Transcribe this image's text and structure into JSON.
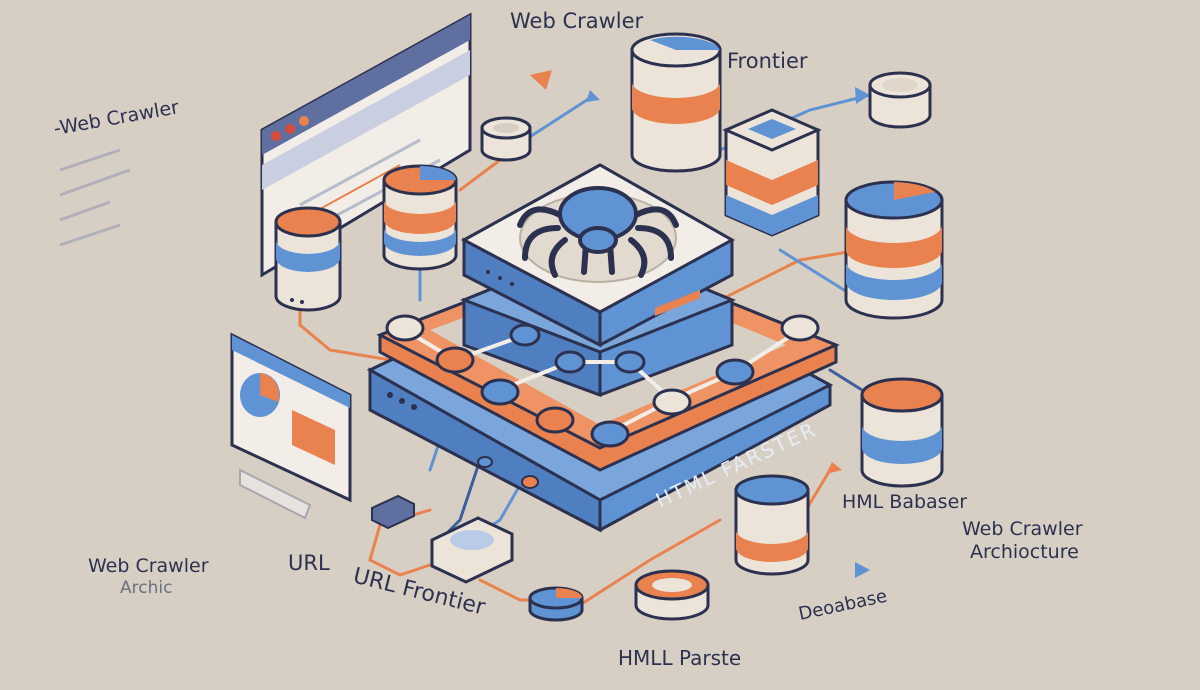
{
  "labels": {
    "top_web_crawler": "Web Crawler",
    "frontier": "Frontier",
    "left_web_crawler": "-Web Crawler",
    "html_farster": "HTML FARSTER",
    "html_babaser": "HML Babaser",
    "web_crawler_arch_1": "Web Crawler",
    "web_crawler_arch_2": "Archiocture",
    "bottom_web_crawler": "Web Crawler",
    "bottom_archic": "Archic",
    "url": "URL",
    "url_frontier": "URL Frontier",
    "html_parste": "HMLL Parste",
    "deoabase": "Deoabase"
  },
  "colors": {
    "background": "#d8cfc4",
    "blue": "#5f93d3",
    "blue_dark": "#3e5f9c",
    "orange": "#e9824f",
    "cream": "#ece4d8",
    "navy": "#2c3150"
  }
}
